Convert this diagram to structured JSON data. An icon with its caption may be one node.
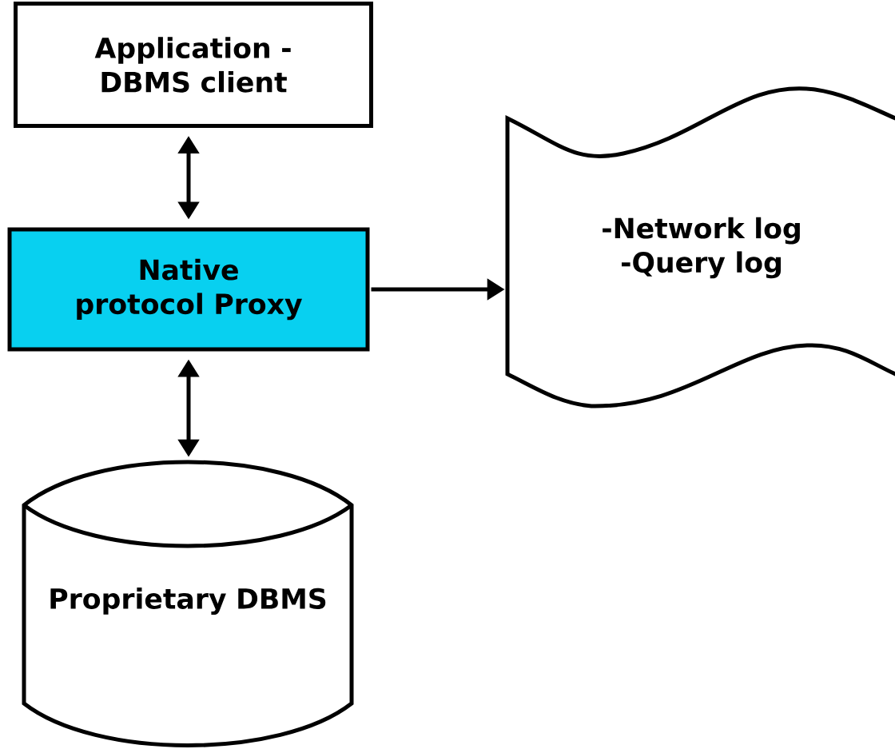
{
  "diagram": {
    "nodes": [
      {
        "text": [
          "Application - DBMS client"
        ]
      },
      {
        "text": [
          "Native protocol Proxy"
        ]
      },
      {
        "text": [
          "-Network log",
          "-Query log"
        ]
      },
      {
        "text": [
          "Proprietary DBMS"
        ]
      }
    ],
    "edges": [
      {
        "from": 0,
        "to": 1,
        "arrow": "both"
      },
      {
        "from": 1,
        "to": 3,
        "arrow": "both"
      },
      {
        "from": 1,
        "to": 2,
        "arrow": "to"
      }
    ]
  }
}
